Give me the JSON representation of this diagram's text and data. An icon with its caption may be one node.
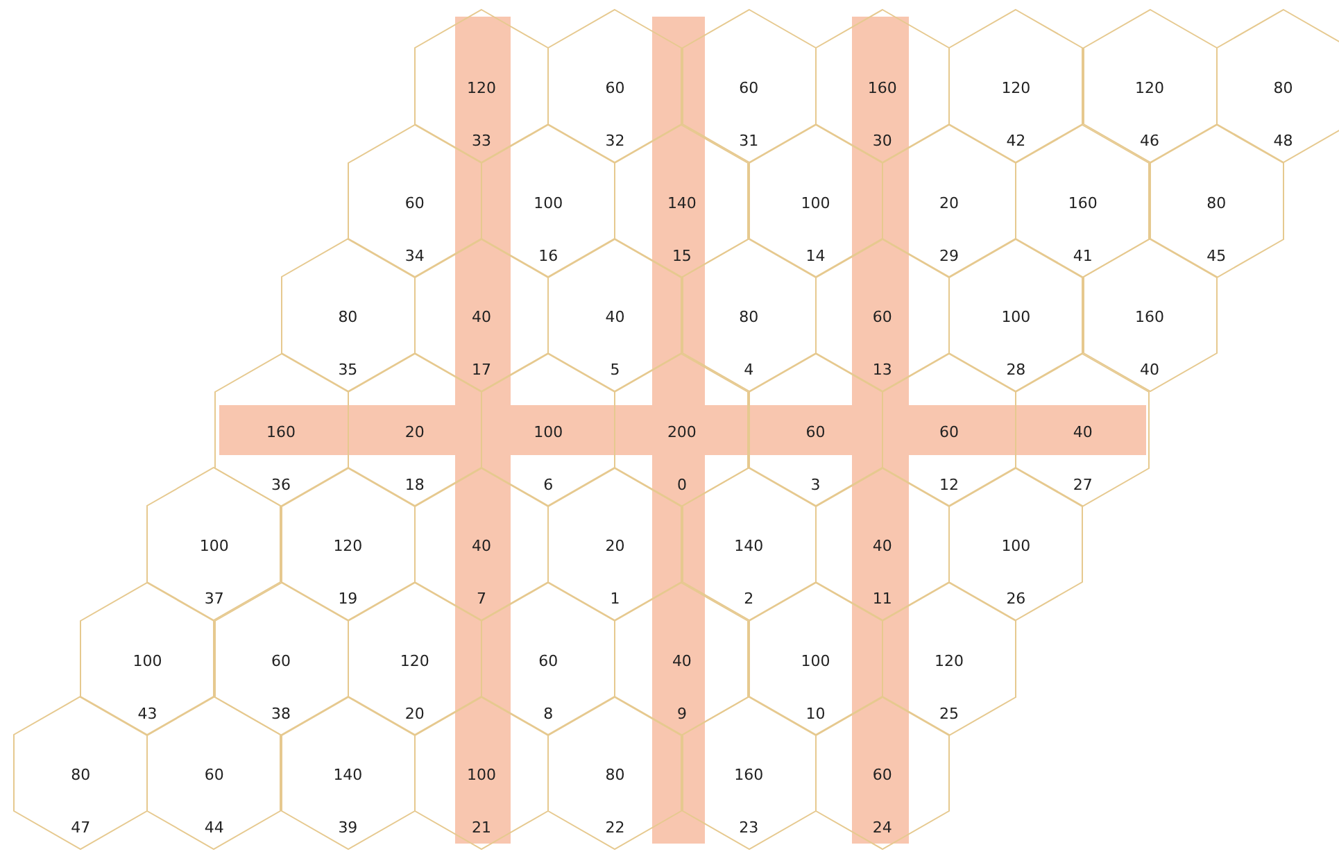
{
  "diagram": {
    "nodes": [
      {
        "text": [
          "120",
          "33"
        ]
      },
      {
        "text": [
          "60",
          "32"
        ]
      },
      {
        "text": [
          "60",
          "31"
        ]
      },
      {
        "text": [
          "160",
          "30"
        ]
      },
      {
        "text": [
          "120",
          "42"
        ]
      },
      {
        "text": [
          "120",
          "46"
        ]
      },
      {
        "text": [
          "80",
          "48"
        ]
      },
      {
        "text": [
          "60",
          "34"
        ]
      },
      {
        "text": [
          "100",
          "16"
        ]
      },
      {
        "text": [
          "140",
          "15"
        ]
      },
      {
        "text": [
          "100",
          "14"
        ]
      },
      {
        "text": [
          "20",
          "29"
        ]
      },
      {
        "text": [
          "160",
          "41"
        ]
      },
      {
        "text": [
          "80",
          "45"
        ]
      },
      {
        "text": [
          "80",
          "35"
        ]
      },
      {
        "text": [
          "40",
          "17"
        ]
      },
      {
        "text": [
          "40",
          "5"
        ]
      },
      {
        "text": [
          "80",
          "4"
        ]
      },
      {
        "text": [
          "60",
          "13"
        ]
      },
      {
        "text": [
          "100",
          "28"
        ]
      },
      {
        "text": [
          "160",
          "40"
        ]
      },
      {
        "text": [
          "160",
          "36"
        ]
      },
      {
        "text": [
          "20",
          "18"
        ]
      },
      {
        "text": [
          "100",
          "6"
        ]
      },
      {
        "text": [
          "200",
          "0"
        ]
      },
      {
        "text": [
          "60",
          "3"
        ]
      },
      {
        "text": [
          "60",
          "12"
        ]
      },
      {
        "text": [
          "40",
          "27"
        ]
      },
      {
        "text": [
          "100",
          "37"
        ]
      },
      {
        "text": [
          "120",
          "19"
        ]
      },
      {
        "text": [
          "40",
          "7"
        ]
      },
      {
        "text": [
          "20",
          "1"
        ]
      },
      {
        "text": [
          "140",
          "2"
        ]
      },
      {
        "text": [
          "40",
          "11"
        ]
      },
      {
        "text": [
          "100",
          "26"
        ]
      },
      {
        "text": [
          "100",
          "43"
        ]
      },
      {
        "text": [
          "60",
          "38"
        ]
      },
      {
        "text": [
          "120",
          "20"
        ]
      },
      {
        "text": [
          "60",
          "8"
        ]
      },
      {
        "text": [
          "40",
          "9"
        ]
      },
      {
        "text": [
          "100",
          "10"
        ]
      },
      {
        "text": [
          "120",
          "25"
        ]
      },
      {
        "text": [
          "80",
          "47"
        ]
      },
      {
        "text": [
          "60",
          "44"
        ]
      },
      {
        "text": [
          "140",
          "39"
        ]
      },
      {
        "text": [
          "100",
          "21"
        ]
      },
      {
        "text": [
          "80",
          "22"
        ]
      },
      {
        "text": [
          "160",
          "23"
        ]
      },
      {
        "text": [
          "60",
          "24"
        ]
      }
    ]
  }
}
